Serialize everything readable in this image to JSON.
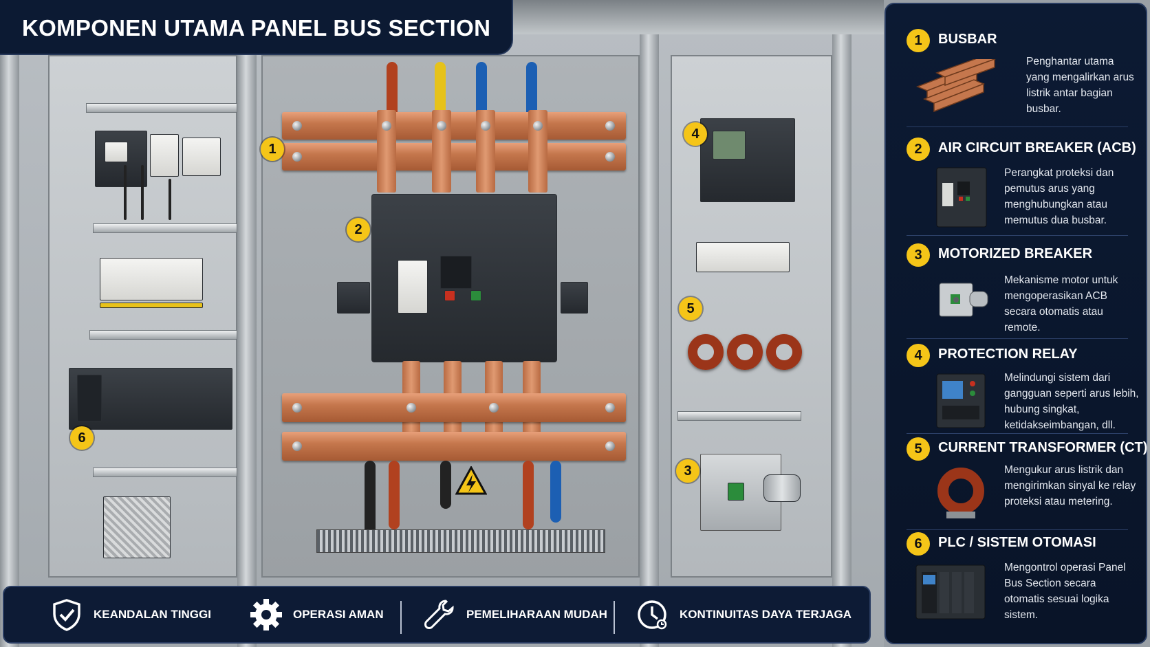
{
  "title": "KOMPONEN UTAMA PANEL BUS SECTION",
  "markers": [
    "1",
    "2",
    "3",
    "4",
    "5",
    "6"
  ],
  "components": [
    {
      "number": "1",
      "name": "BUSBAR",
      "description": "Penghantar utama yang mengalirkan arus listrik antar bagian busbar."
    },
    {
      "number": "2",
      "name": "AIR CIRCUIT BREAKER (ACB)",
      "description": "Perangkat proteksi dan pemutus arus yang menghubungkan atau memutus dua busbar."
    },
    {
      "number": "3",
      "name": "MOTORIZED BREAKER",
      "description": "Mekanisme motor untuk mengoperasikan ACB secara otomatis atau remote."
    },
    {
      "number": "4",
      "name": "PROTECTION RELAY",
      "description": "Melindungi sistem dari gangguan seperti arus lebih, hubung singkat, ketidakseimbangan, dll."
    },
    {
      "number": "5",
      "name": "CURRENT TRANSFORMER (CT)",
      "description": "Mengukur arus listrik dan mengirimkan sinyal ke relay proteksi atau metering."
    },
    {
      "number": "6",
      "name": "PLC / SISTEM OTOMASI",
      "description": "Mengontrol operasi Panel Bus Section secara otomatis sesuai logika sistem."
    }
  ],
  "features": [
    {
      "icon": "shield-check-icon",
      "label": "KEANDALAN TINGGI"
    },
    {
      "icon": "gear-icon",
      "label": "OPERASI AMAN"
    },
    {
      "icon": "wrench-icon",
      "label": "PEMELIHARAAN MUDAH"
    },
    {
      "icon": "clock-icon",
      "label": "KONTINUITAS DAYA TERJAGA"
    }
  ],
  "colors": {
    "navy": "#0c1a33",
    "badge": "#f5c518",
    "copper": "#c5774d",
    "white": "#ffffff"
  }
}
